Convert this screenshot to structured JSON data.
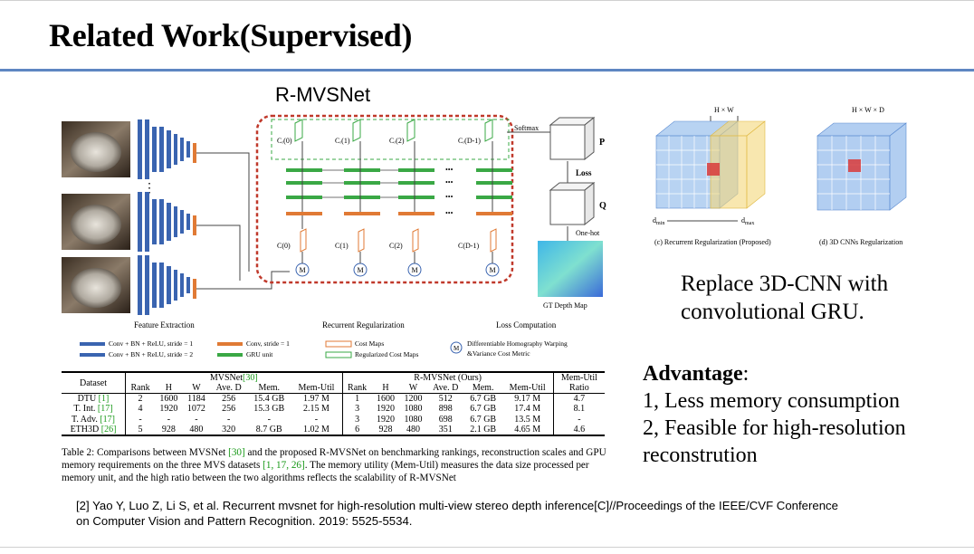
{
  "slide": {
    "title": "Related Work(Supervised)",
    "rmvsnet_label": "R-MVSNet",
    "replace_text_line1": "Replace 3D-CNN with",
    "replace_text_line2": "convolutional GRU.",
    "advantage_heading": "Advantage",
    "advantage_colon": ":",
    "advantage_1": "1, Less memory consumption",
    "advantage_2a": "2, Feasible for high-resolution",
    "advantage_2b": "reconstrution",
    "reference_line1": "[2] Yao Y, Luo Z, Li S, et al. Recurrent mvsnet for high-resolution multi-view stereo depth inference[C]//Proceedings of the IEEE/CVF Conference",
    "reference_line2": "on Computer Vision and Pattern Recognition. 2019: 5525-5534."
  },
  "figure": {
    "softmax": "Softmax",
    "loss": "Loss",
    "p_label": "P",
    "q_label": "Q",
    "onehot": "One-hot",
    "gt_depth": "GT Depth Map",
    "feature_extraction": "Feature Extraction",
    "recurrent_regularization": "Recurrent  Regularization",
    "loss_computation": "Loss Computation",
    "cr_labels": [
      "Cᵣ(0)",
      "Cᵣ(1)",
      "Cᵣ(2)",
      "Cᵣ(D-1)"
    ],
    "c_labels": [
      "C(0)",
      "C(1)",
      "C(2)",
      "C(D-1)"
    ],
    "m_label": "M",
    "dots": "•••",
    "vdots": "⋮",
    "legend": {
      "conv_bn_1": "Conv + BN + ReLU, stride = 1",
      "conv_bn_2": "Conv + BN + ReLU, stride = 2",
      "conv_1": "Conv, stride = 1",
      "gru": "GRU unit",
      "cost_maps": "Cost Maps",
      "reg_cost_maps": "Regularized Cost Maps",
      "homography_1": "Differentiable Homography Warping",
      "homography_2": "&Variance Cost Metric"
    },
    "right": {
      "hw": "H × W",
      "hwd": "H × W × D",
      "dmin": "d",
      "dmin_sub": "min",
      "dmax": "d",
      "dmax_sub": "max",
      "caption_c": "(c) Recurrent Regularization (Proposed)",
      "caption_d": "(d) 3D CNNs Regularization"
    },
    "colors": {
      "blue": "#3a64b0",
      "orange": "#e07a35",
      "green": "#3aa845",
      "red_dash": "#c0392b",
      "cube_blue": "#7eaee8",
      "cube_yellow": "#f3d77a",
      "cube_red": "#d83a3a"
    }
  },
  "table": {
    "group_headers": {
      "dataset": "Dataset",
      "mvsnet": "MVSNet",
      "mvsnet_ref": "[30]",
      "rmvsnet": "R-MVSNet (Ours)",
      "ratio_top": "Mem-Util",
      "ratio_bottom": "Ratio"
    },
    "sub_headers": [
      "Rank",
      "H",
      "W",
      "Ave. D",
      "Mem.",
      "Mem-Util",
      "Rank",
      "H",
      "W",
      "Ave. D",
      "Mem.",
      "Mem-Util"
    ],
    "rows": [
      {
        "name": "DTU ",
        "ref": "[1]",
        "cells": [
          "2",
          "1600",
          "1184",
          "256",
          "15.4 GB",
          "1.97 M",
          "1",
          "1600",
          "1200",
          "512",
          "6.7 GB",
          "9.17 M",
          "4.7"
        ]
      },
      {
        "name": "T. Int. ",
        "ref": "[17]",
        "cells": [
          "4",
          "1920",
          "1072",
          "256",
          "15.3 GB",
          "2.15 M",
          "3",
          "1920",
          "1080",
          "898",
          "6.7 GB",
          "17.4 M",
          "8.1"
        ]
      },
      {
        "name": "T. Adv. ",
        "ref": "[17]",
        "cells": [
          "-",
          "-",
          "-",
          "-",
          "-",
          "-",
          "3",
          "1920",
          "1080",
          "698",
          "6.7 GB",
          "13.5 M",
          "-"
        ]
      },
      {
        "name": "ETH3D ",
        "ref": "[26]",
        "cells": [
          "5",
          "928",
          "480",
          "320",
          "8.7 GB",
          "1.02 M",
          "6",
          "928",
          "480",
          "351",
          "2.1 GB",
          "4.65 M",
          "4.6"
        ]
      }
    ],
    "caption_a": "Table 2: Comparisons between MVSNet ",
    "caption_ref30": "[30]",
    "caption_b": " and the proposed R-MVSNet on benchmarking rankings, reconstruction scales and GPU memory requirements on the three MVS datasets ",
    "caption_refs": "[1, 17, 26]",
    "caption_c": ". The memory utility (Mem-Util) measures the data size processed per memory unit, and the high ratio between the two algorithms reflects the scalability of R-MVSNet"
  }
}
